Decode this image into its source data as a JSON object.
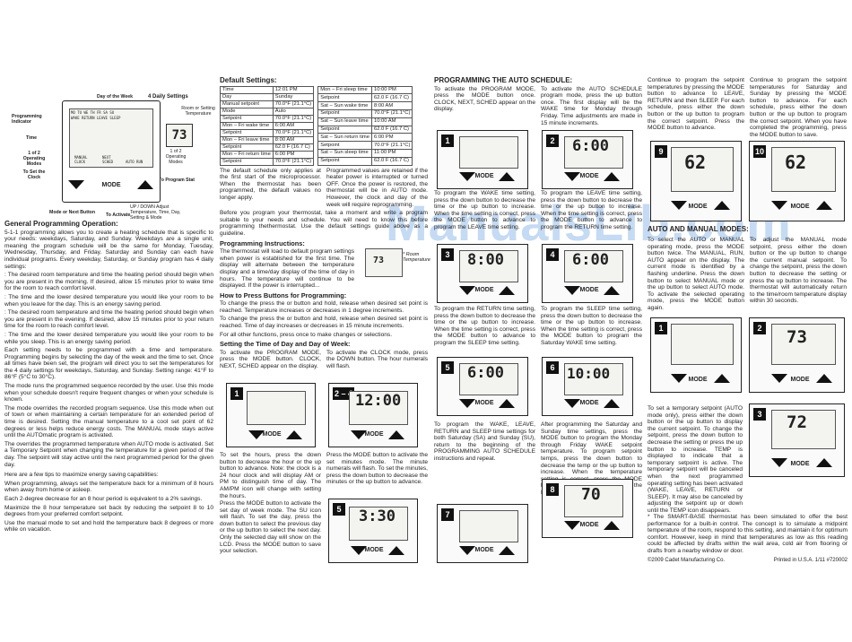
{
  "diagram": {
    "day_of_week": "Day of the Week",
    "daily_settings": "4 Daily Settings",
    "room_setting": "Room or Setting Temperature",
    "prog_indicator": "Programming Indicator",
    "time": "Time",
    "operating_modes_left": "1 of 2 Operating Modes",
    "set_clock": "To Set the Clock",
    "operating_modes_right": "1 of 2 Operating Modes",
    "program_stat": "To Program Stat",
    "mode_next": "Mode or Next Button",
    "to_activate": "To Activate",
    "up_down": "UP / DOWN Adjust Temperature, Time, Day, Setting & Mode",
    "lcd_days": "MO TU WE TH FR SA SU",
    "lcd_row2": "WAKE RETURN LEAVE SLEEP",
    "lcd_manual": "MANUAL CLOCK",
    "lcd_next": "NEXT SCHED",
    "lcd_auto": "AUTO RUN",
    "lcd_temp": "73",
    "mode_label": "MODE"
  },
  "col1": {
    "heading": "General Programming Operation:",
    "p1": "5-1-1 programming allows you to create a heating schedule that is specific to your needs: weekdays, Saturday, and Sunday. Weekdays are a single unit, meaning the program schedule will be the same for Monday, Tuesday, Wednesday, Thursday, and Friday. Saturday and Sunday can each have individual programs. Every weekday, Saturday, or Sunday program has 4 daily settings:",
    "p2": ": The desired room temperature and time the heating period should begin when you are present in the morning. If desired, allow 15 minutes prior to wake time for the room to reach comfort level.",
    "p3": ": The time and the lower desired temperature you would like your room to be when you leave for the day. This is an energy saving period.",
    "p4": ": The desired room temperature and time the heating period should begin when you are present in the evening. If desired, allow 15 minutes prior to your return time for the room to reach comfort level.",
    "p5": ": The time and the lower desired temperature you would like your room to be while you sleep. This is an energy saving period.",
    "p6": "Each setting needs to be programmed with a time and temperature. Programming begins by selecting the day of the week and the time to set. Once all times have been set, the program will direct you to set the temperatures for the 4 daily settings for weekdays, Saturday, and Sunday. Setting range: 41°F to 86°F (5°C to 30°C).",
    "p7": "The        mode runs the programmed sequence recorded by the user. Use this mode when your schedule doesn't require frequent changes or when your schedule is known.",
    "p8": "The        mode overrides the recorded program sequence. Use this mode when out of town or when maintaining a certain temperature for an extended period of time is desired. Setting the manual temperature to a cool set point of 62 degrees or less helps reduce energy costs. The MANUAL mode stays active until the AUTOmatic program is activated.",
    "p9": "The                    overrides the programmed temperature when AUTO mode is activated. Set a Temporary Setpoint when changing the temperature for a given period of the day. The setpoint will stay active until the next programmed period for the given day.",
    "p10": "Here are a few tips to maximize energy saving capabilities:",
    "p11": "When programming, always set the temperature back for a minimum of 8 hours when away from home or asleep.",
    "p12": "Each 2-degree decrease for an 8 hour period is equivalent to a 2% savings.",
    "p13": "Maximize the 8 hour temperature set back by reducing the setpoint 8 to 10 degrees from your preferred comfort setpoint.",
    "p14": "Use the manual mode to set and hold the temperature back 8 degrees or more while on vacation."
  },
  "col2": {
    "heading": "Default Settings:",
    "table_left": [
      [
        "Time",
        "12:01 PM"
      ],
      [
        "Day",
        "Sunday"
      ],
      [
        "Manual setpoint",
        "70.0°F (21.1°C)"
      ],
      [
        "Mode",
        "Auto"
      ],
      [
        "Setpoint",
        "70.0°F (21.1°C)"
      ],
      [
        "Mon – Fri wake time",
        "6:00 AM"
      ],
      [
        "Setpoint",
        "70.0°F (21.1°C)"
      ],
      [
        "Mon – Fri leave time",
        "8:00 AM"
      ],
      [
        "Setpoint",
        "62.0 F (16.7 C)"
      ],
      [
        "Mon – Fri return time",
        "6:00 PM"
      ],
      [
        "Setpoint",
        "70.0°F (21.1°C)"
      ]
    ],
    "table_right": [
      [
        "Mon – Fri sleep time",
        "10:00 PM"
      ],
      [
        "Setpoint",
        "62.0 F (16.7 C)"
      ],
      [
        "Sat – Sun wake time",
        "8:00 AM"
      ],
      [
        "Setpoint",
        "70.0°F (21.1°C)"
      ],
      [
        "Sat – Sun leave time",
        "10:00 AM"
      ],
      [
        "Setpoint",
        "62.0 F (16.7 C)"
      ],
      [
        "Sat – Sun return time",
        "6:00 PM"
      ],
      [
        "Setpoint",
        "70.0°F (21.1°C)"
      ],
      [
        "Sat – Sun sleep time",
        "11:00 PM"
      ],
      [
        "Setpoint",
        "62.0 F (16.7 C)"
      ]
    ],
    "note_left": "The default schedule only applies at the first start of the microprocessor. When the thermostat has been programmed, the default values no longer apply.",
    "note_right": "Programmed values are retained if the heater power is interrupted or turned OFF. Once the power is restored, the thermostat will be in AUTO mode. However, the clock and day of the week will require reprogramming.",
    "before": "Before you program your thermostat, take a moment and write a program suitable to your needs and schedule. You will need to know this before programming thethermostat. Use the default settings guide above as a guideline.",
    "prog_heading": "Programming Instructions:",
    "prog_text": "The thermostat will load to default program settings when power is established for the first time. The display will alternate between the temperature display and a time/day display of the time of day in hours. The temperature will continue to be displayed. If the power is interrupted...",
    "room_temp": "* Room Temperature",
    "press_heading": "How to Press Buttons for Programming:",
    "press1": "To change the                press the          or          button and hold, release when desired set point is reached. Temperature increases or decreases in 1 degree increments.",
    "press2": "To change the                press the          or          button and hold, release when desired set point is reached. Time of day increases or decreases in 15 minute increments.",
    "press3": "For all other functions, press once to make changes or selections.",
    "day_heading": "Setting the Time of Day and Day of Week:",
    "day_left": "To activate the PROGRAM MODE, press the MODE button. CLOCK, NEXT, SCHED appear on the display.",
    "day_right": "To activate the CLOCK mode, press the DOWN button. The hour numerals will flash.",
    "panel1": "1",
    "panel2": "2 – 4",
    "panel5": "5",
    "lcd_1200": "12:00",
    "lcd_330": "3:30",
    "cap1": "To set the hours, press the down button to decrease the hour or the up button to advance. Note: the clock is a 24 hour clock and will display AM or PM to distinguish time of day. The AM/PM icon will change with setting the hours.",
    "cap2": "Press the MODE button to activate the set minutes mode. The minute numerals will flash. To set the minutes, press the down button to decrease the minutes or the up button to advance.",
    "cap3": "Press the MODE button to activate the set day of week mode. The SU icon will flash. To set the day, press the down button to select the previous day or the up button to select the next day. Only the selected day will show on the LCD. Press the MODE button to save your selection."
  },
  "col3": {
    "heading": "PROGRAMMING THE AUTO SCHEDULE:",
    "intro_left": "To activate the PROGRAM MODE, press the MODE button once. CLOCK, NEXT, SCHED appear on the display.",
    "intro_right": "To activate the AUTO SCHEDULE program mode, press the up button once. The first display will be the WAKE time for Monday through Friday. Time adjustments are made in 15 minute increments.",
    "p1": "1",
    "p2": "2",
    "p3": "3",
    "p4": "4",
    "p5": "5",
    "p6": "6",
    "p7": "7",
    "p8": "8",
    "lcd2": "6:00",
    "lcd3": "8:00",
    "lcd4": "6:00",
    "lcd5": "6:00",
    "lcd6": "10:00",
    "lcd8": "70",
    "cap3": "To program the WAKE time setting, press the down button to decrease the time or the up button to increase. When the time setting is correct, press the MODE button to advance to program the LEAVE time setting.",
    "cap4": "To program the LEAVE time setting, press the down button to decrease the time or the up button to increase. When the time setting is correct, press the MODE button to advance to program the RETURN time setting.",
    "cap5": "To program the RETURN time setting, press the down button to decrease the time or the up button to increase. When the time setting is correct, press the MODE button to advance to program the SLEEP time setting.",
    "cap6": "To program the SLEEP time setting, press the down button to decrease the time or the up button to increase. When the time setting is correct, press the MODE button to program the Saturday WAKE time setting.",
    "cap7": "To program the WAKE, LEAVE, RETURN and SLEEP time settings for both Saturday (SA) and Sunday (SU), return to the beginning of the PROGRAMMING AUTO SCHEDULE instructions and repeat.",
    "cap8": "After programming the Saturday and Sunday time settings, press the MODE button to program the Monday through Friday WAKE setpoint temperature. To program setpoint temps, press the down button to decrease the temp or the up button to increase. When the temperature setting is correct, press the MODE button to advance to program the LEAVE temp."
  },
  "col4": {
    "cont_left": "Continue to program the setpoint temperatures by pressing the MODE button to advance to LEAVE, RETURN and then SLEEP. For each schedule, press either the down button or the up button to program the correct setpoint. Press the MODE button to advance.",
    "cont_right": "Continue to program the setpoint temperatures for Saturday and Sunday by pressing the MODE button to advance. For each schedule, press either the down button or the up button to program the correct setpoint. When you have completed the programming, press the MODE button to save.",
    "p9": "9",
    "p10": "10",
    "lcd9": "62",
    "lcd10": "62",
    "auto_heading": "AUTO AND MANUAL MODES:",
    "auto_left": "To select the AUTO or MANUAL operating mode, press the MODE button twice. The MANUAL, RUN, AUTO appear on the display. The current mode is identified by a flashing underline. Press the down button to select MANUAL mode or the up button to select AUTO mode. To activate the selected operating mode, press the MODE button again.",
    "auto_right": "To adjust the MANUAL mode setpoint, press either the down button or the up button to change the current manual setpoint. To change the setpoint, press the down button to decrease the setting or press the up button to increase. The thermostat will automatically return to the time/room temperature display within 30 seconds.",
    "m1": "1",
    "m2": "2",
    "m3": "3",
    "lcdm2": "73",
    "lcdm3": "72",
    "temp_text": "To set a temporary setpoint (AUTO mode only), press either the down button or the up button to display the current setpoint. To change the setpoint, press the down button to decrease the setting or press the up button to increase. TEMP is displayed to indicate that a temporary setpoint is active. The temporary setpoint will be canceled when the next programmed operating setting has been activated (WAKE, LEAVE, RETURN or SLEEP). It may also be canceled by adjusting the setpoint up or down until the TEMP icon disappears.",
    "footnote": "* The SMART-BASE thermostat has been simulated to offer the best performance for a built-in control. The concept is to simulate a midpoint temperature of the room, respond to this setting, and maintain it for optimum comfort. However, keep in mind that temperatures as low as this reading could be affected by drafts within the wall area, cold air from flooring or drafts from a nearby window or door.",
    "copyright": "©2009 Cadet Manufacturing Co.",
    "printed": "Printed in U.S.A.   1/11   #720002"
  },
  "watermark": "ManualsLib.com"
}
